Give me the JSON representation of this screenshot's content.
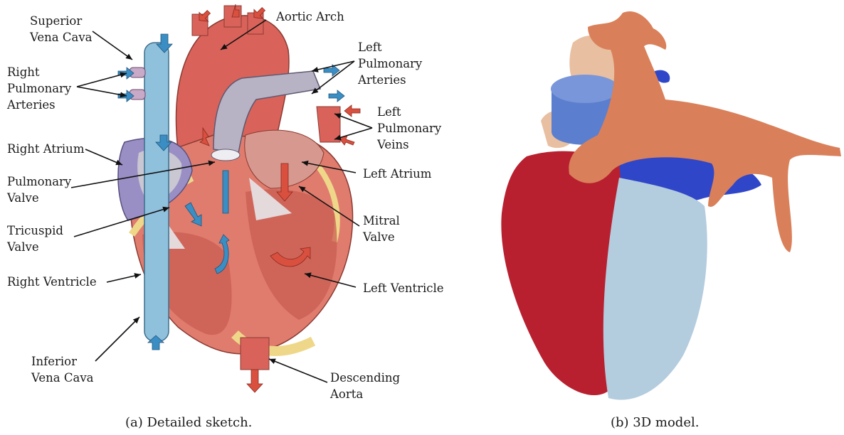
{
  "labels": {
    "superior_vena_cava": [
      "Superior",
      "Vena Cava"
    ],
    "right_pulmonary_arteries": [
      "Right",
      "Pulmonary",
      "Arteries"
    ],
    "right_atrium": [
      "Right Atrium"
    ],
    "pulmonary_valve": [
      "Pulmonary",
      "Valve"
    ],
    "tricuspid_valve": [
      "Tricuspid",
      "Valve"
    ],
    "right_ventricle": [
      "Right Ventricle"
    ],
    "inferior_vena_cava": [
      "Inferior",
      "Vena Cava"
    ],
    "aortic_arch": [
      "Aortic Arch"
    ],
    "left_pulmonary_arteries": [
      "Left",
      "Pulmonary",
      "Arteries"
    ],
    "left_pulmonary_veins": [
      "Left",
      "Pulmonary",
      "Veins"
    ],
    "left_atrium": [
      "Left Atrium"
    ],
    "mitral_valve": [
      "Mitral",
      "Valve"
    ],
    "left_ventricle": [
      "Left Ventricle"
    ],
    "descending_aorta": [
      "Descending",
      "Aorta"
    ]
  },
  "captions": {
    "a": "(a) Detailed sketch.",
    "b": "(b) 3D model."
  },
  "colors": {
    "heart_muscle": "#e07c6e",
    "aorta": "#d9635a",
    "pulmonary_artery": "#b7b2c4",
    "vena_cava": "#8fc0dc",
    "right_atrium": "#9a8fc4",
    "fat": "#efd78a",
    "blue_arrow": "#3a8ec4",
    "red_arrow": "#d9503f",
    "model_aorta": "#d9805a",
    "model_left_ventricle": "#b3ccde",
    "model_right_ventricle": "#b8202f",
    "model_vena_cava": "#5b7fce",
    "model_pulmonary_veins": "#3046c8",
    "model_atrium": "#e8bfa0"
  }
}
